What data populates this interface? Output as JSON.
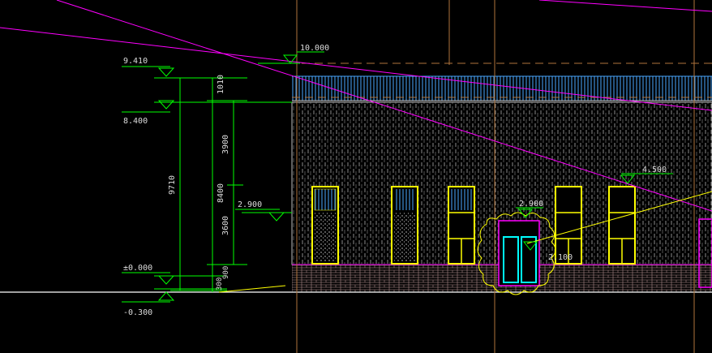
{
  "colors": {
    "background": "#000000",
    "dimension": "#00ff00",
    "magenta": "#ff00ff",
    "yellow": "#ffff00",
    "cyan": "#00ffff",
    "white": "#ffffff",
    "orange_grid": "#b0743c",
    "blue_line": "#3c8cff",
    "wall_grey": "#7a7a7a"
  },
  "elevations": {
    "top_left": "9.410",
    "upper": "8.400",
    "window_sill": "2.900",
    "ground": "±0.000",
    "below_ground": "-0.300",
    "roof": "10.000",
    "right_upper": "4.500",
    "door_top": "2.900",
    "door_mid": "2.100"
  },
  "dimensions": {
    "overall": "9710",
    "mid_total": "8400",
    "top_segment": "1010",
    "upper_segment": "3900",
    "lower_segment": "3600",
    "bottom_segment": "900",
    "base_segment": "300"
  }
}
